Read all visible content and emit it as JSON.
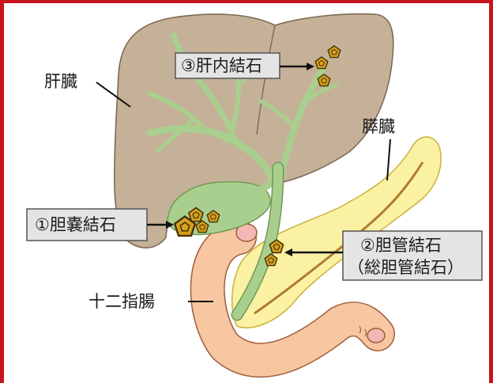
{
  "colors": {
    "frame": "#c8141e",
    "liver": "#c4b198",
    "liver_outline": "#7c6a55",
    "bile_duct": "#a9cf8e",
    "pancreas": "#fbf1a3",
    "pancreatic_duct": "#b07a2b",
    "duodenum": "#f6c7a0",
    "stone": "#d4a21e",
    "label_box": "#e4e4e4"
  },
  "organs": {
    "liver": "肝臓",
    "pancreas": "膵臓",
    "duodenum": "十二指腸"
  },
  "stones": {
    "gallbladder": {
      "label": "①胆嚢結石"
    },
    "bile_duct": {
      "label_line1": "②胆管結石",
      "label_line2": "（総胆管結石）"
    },
    "intrahepatic": {
      "label": "③肝内結石"
    }
  }
}
